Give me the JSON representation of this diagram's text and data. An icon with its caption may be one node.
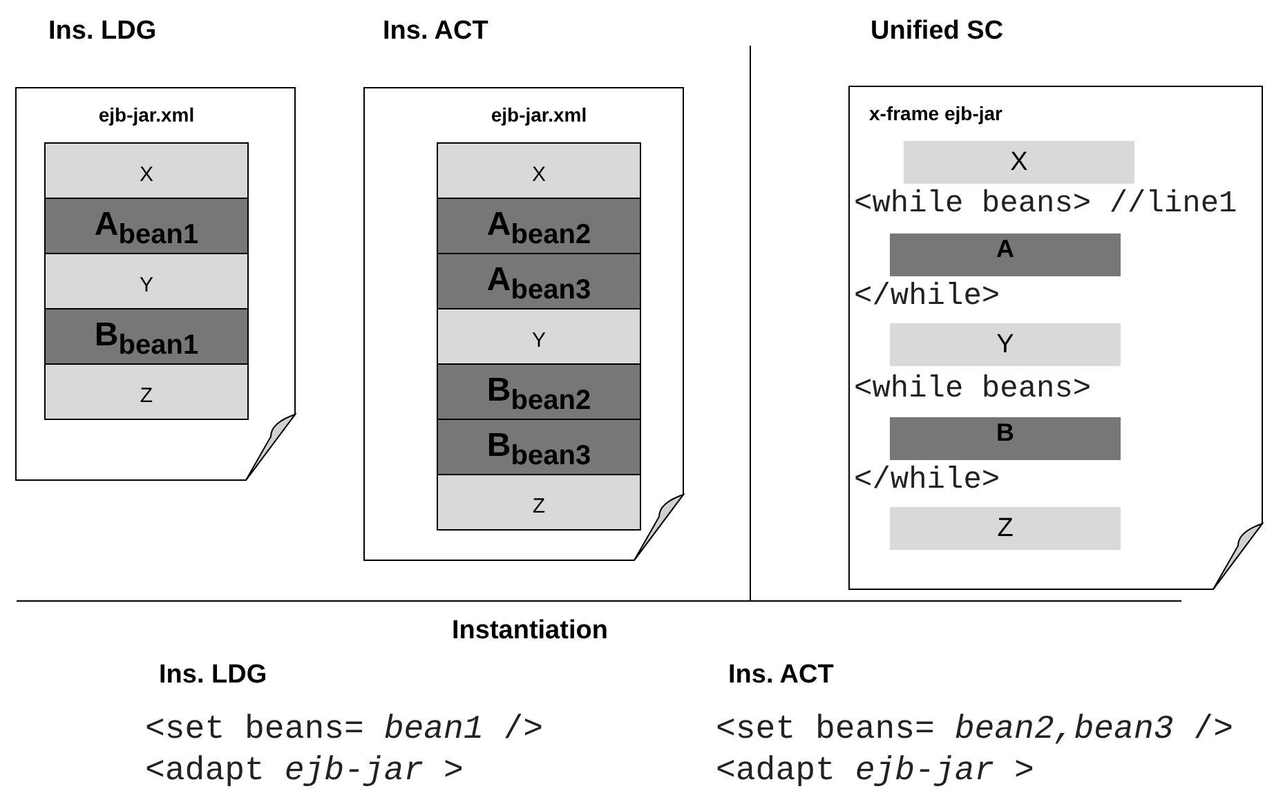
{
  "diagram": {
    "nodes": [
      {
        "text": [
          "ejb-jar.xml"
        ]
      },
      {
        "text": [
          "X"
        ],
        "in": 0
      },
      {
        "text": [
          "A$_{bean1}$"
        ],
        "in": 0
      },
      {
        "text": [
          "Y"
        ],
        "in": 0
      },
      {
        "text": [
          "B$_{bean1}$"
        ],
        "in": 0
      },
      {
        "text": [
          "Z"
        ],
        "in": 0
      },
      {
        "text": [
          "ejb-jar.xml"
        ]
      },
      {
        "text": [
          "X"
        ],
        "in": 6
      },
      {
        "text": [
          "A$_{bean2}$"
        ],
        "in": 6
      },
      {
        "text": [
          "A$_{bean3}$"
        ],
        "in": 6
      },
      {
        "text": [
          "Y"
        ],
        "in": 6
      },
      {
        "text": [
          "B$_{bean2}$"
        ],
        "in": 6
      },
      {
        "text": [
          "B$_{bean3}$"
        ],
        "in": 6
      },
      {
        "text": [
          "Z"
        ],
        "in": 6
      },
      {
        "text": [
          "x-frame ejb-jar",
          "<while beans> //line1",
          "</while>",
          "<while beans>",
          "</while>"
        ]
      },
      {
        "text": [
          "X"
        ],
        "in": 14
      },
      {
        "text": [
          "A"
        ],
        "in": 14
      },
      {
        "text": [
          "Y"
        ],
        "in": 14
      },
      {
        "text": [
          "B"
        ],
        "in": 14
      },
      {
        "text": [
          "Z"
        ],
        "in": 14
      }
    ],
    "edges": [],
    "labels": [
      "Ins. LDG",
      "Ins. ACT",
      "Unified SC",
      "Instantiation",
      "Ins. LDG",
      "Ins. ACT",
      "<set beans= *bean1* />",
      "<set beans= *bean2,bean3* />",
      "<adapt *ejb-jar* >",
      "<adapt *ejb-jar* >"
    ]
  }
}
